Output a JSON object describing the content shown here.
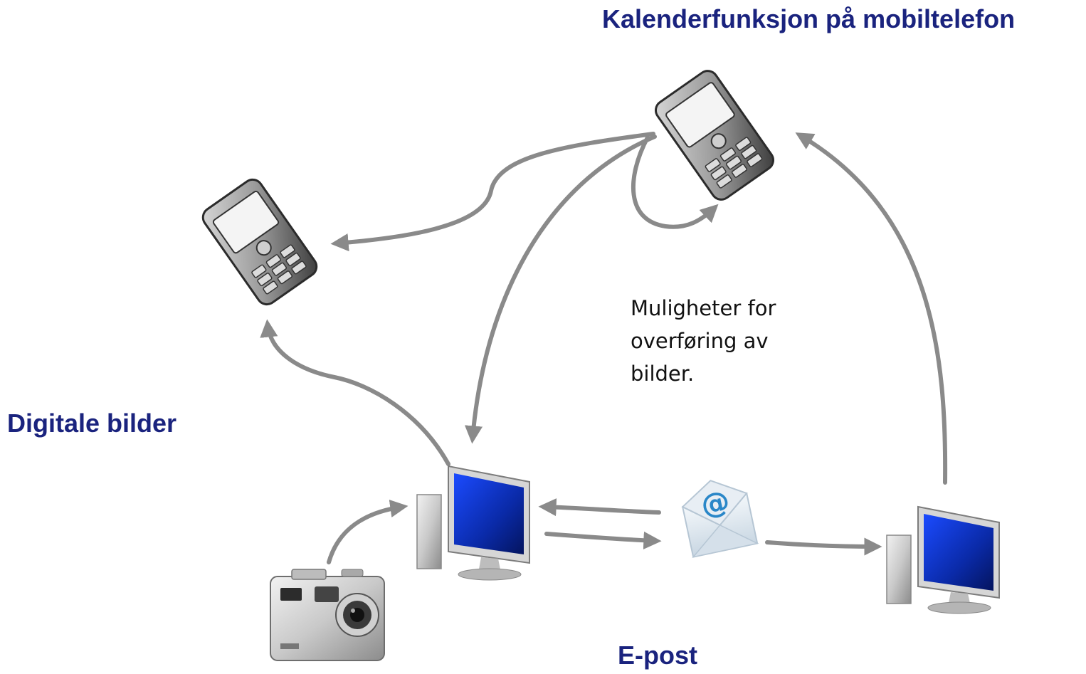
{
  "labels": {
    "mobile_calendar": "Kalenderfunksjon på mobiltelefon",
    "digital_images": "Digitale bilder",
    "email": "E-post"
  },
  "note": {
    "line1": "Muligheter for",
    "line2": "overføring av",
    "line3": "bilder."
  },
  "icons": {
    "phone_top": "mobile-phone-icon",
    "phone_left": "mobile-phone-icon",
    "computer_center": "desktop-computer-icon",
    "computer_right": "desktop-computer-icon",
    "camera": "digital-camera-icon",
    "email": "email-envelope-icon"
  },
  "email_glyph": "@",
  "colors": {
    "label_text": "#1a237e",
    "arrow": "#8a8a8a",
    "monitor_screen": "#0d2fb5"
  }
}
